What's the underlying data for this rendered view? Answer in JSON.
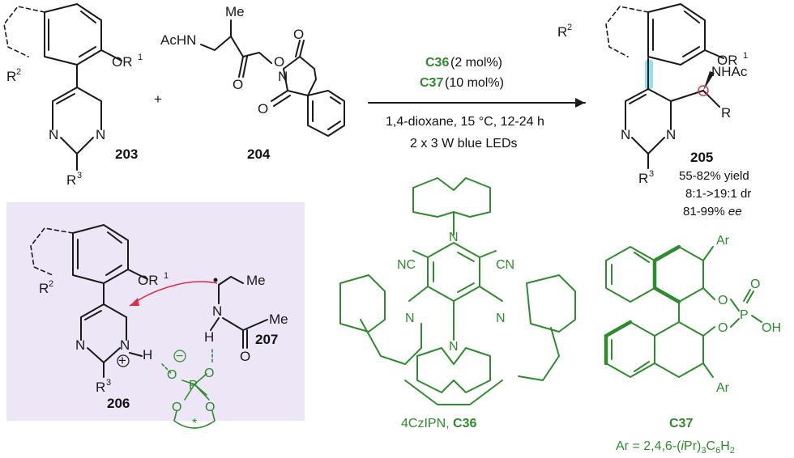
{
  "scheme": {
    "reactants": [
      {
        "id": "203",
        "labels": {
          "or": "OR",
          "or_sup": "1",
          "r2": "R",
          "r2_sup": "2",
          "r3": "R",
          "r3_sup": "3",
          "n": "N"
        }
      },
      {
        "id": "204",
        "labels": {
          "achn": "AcHN",
          "me": "Me",
          "o": "O",
          "n": "N"
        }
      }
    ],
    "plus": "+",
    "conditions": {
      "cat1_name": "C36",
      "cat1_amount": " (2 mol%)",
      "cat2_name": "C37",
      "cat2_amount": " (10 mol%)",
      "line1": "1,4-dioxane, 15 °C, 12-24 h",
      "line2": "2 x 3 W blue LEDs"
    },
    "product": {
      "id": "205",
      "labels": {
        "r2": "R",
        "r2_sup": "2",
        "or": "OR",
        "or_sup": "1",
        "nhac": "NHAc",
        "r": "R",
        "r3": "R",
        "r3_sup": "3",
        "n": "N"
      },
      "yield": "55-82% yield",
      "dr": "8:1->19:1 dr",
      "ee_value": "81-99% ",
      "ee_label": "ee"
    }
  },
  "mechanism": {
    "intermediate_id": "206",
    "radical_id": "207",
    "labels": {
      "or": "OR",
      "or_sup": "1",
      "r2": "R",
      "r2_sup": "2",
      "r3": "R",
      "r3_sup": "3",
      "n": "N",
      "h": "H",
      "me": "Me",
      "o": "O",
      "p": "P",
      "star": "*",
      "plus": "+",
      "minus": "−"
    },
    "panel_color": "#ece6f6"
  },
  "catalysts": {
    "c36_caption_prefix": "4CzIPN, ",
    "c36_caption_id": "C36",
    "c36_labels": {
      "cn": "NC",
      "cn2": "CN",
      "n": "N"
    },
    "c37_caption_id": "C37",
    "c37_ar_def_prefix": "Ar = 2,4,6-(",
    "c37_ar_def_italic": "i",
    "c37_ar_def_mid": "Pr)",
    "c37_ar_def_sub1": "3",
    "c37_ar_def_c": "C",
    "c37_ar_def_sub2": "6",
    "c37_ar_def_h": "H",
    "c37_ar_def_sub3": "2",
    "c37_labels": {
      "ar": "Ar",
      "o": "O",
      "p": "P",
      "oh": "OH"
    }
  },
  "colors": {
    "green": "#2e8b2e",
    "cyan": "#37c8e6",
    "red": "#d9304a",
    "panel": "#ece6f6"
  }
}
